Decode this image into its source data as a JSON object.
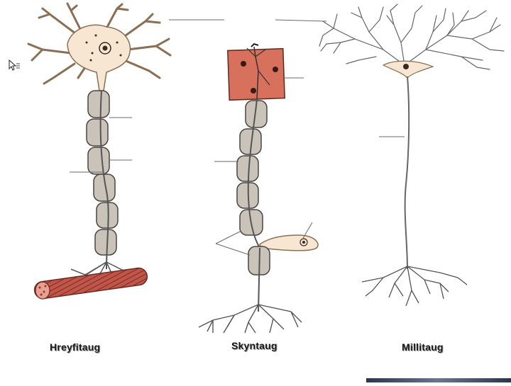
{
  "labels": {
    "motor": "Hreyfitaug",
    "sensory": "Skyntaug",
    "inter": "Millitaug"
  },
  "colors": {
    "cell_body": "#f6e6d2",
    "cell_outline": "#8a6f55",
    "myelin_fill": "#c9c3ba",
    "myelin_outline": "#4a4540",
    "muscle": "#c0564a",
    "skin": "#d7705c",
    "nucleus": "#3a2a22",
    "neurite": "#555555",
    "leader_line": "#6a6a6a"
  },
  "icons": {
    "cursor": "pointer-cursor-icon"
  }
}
